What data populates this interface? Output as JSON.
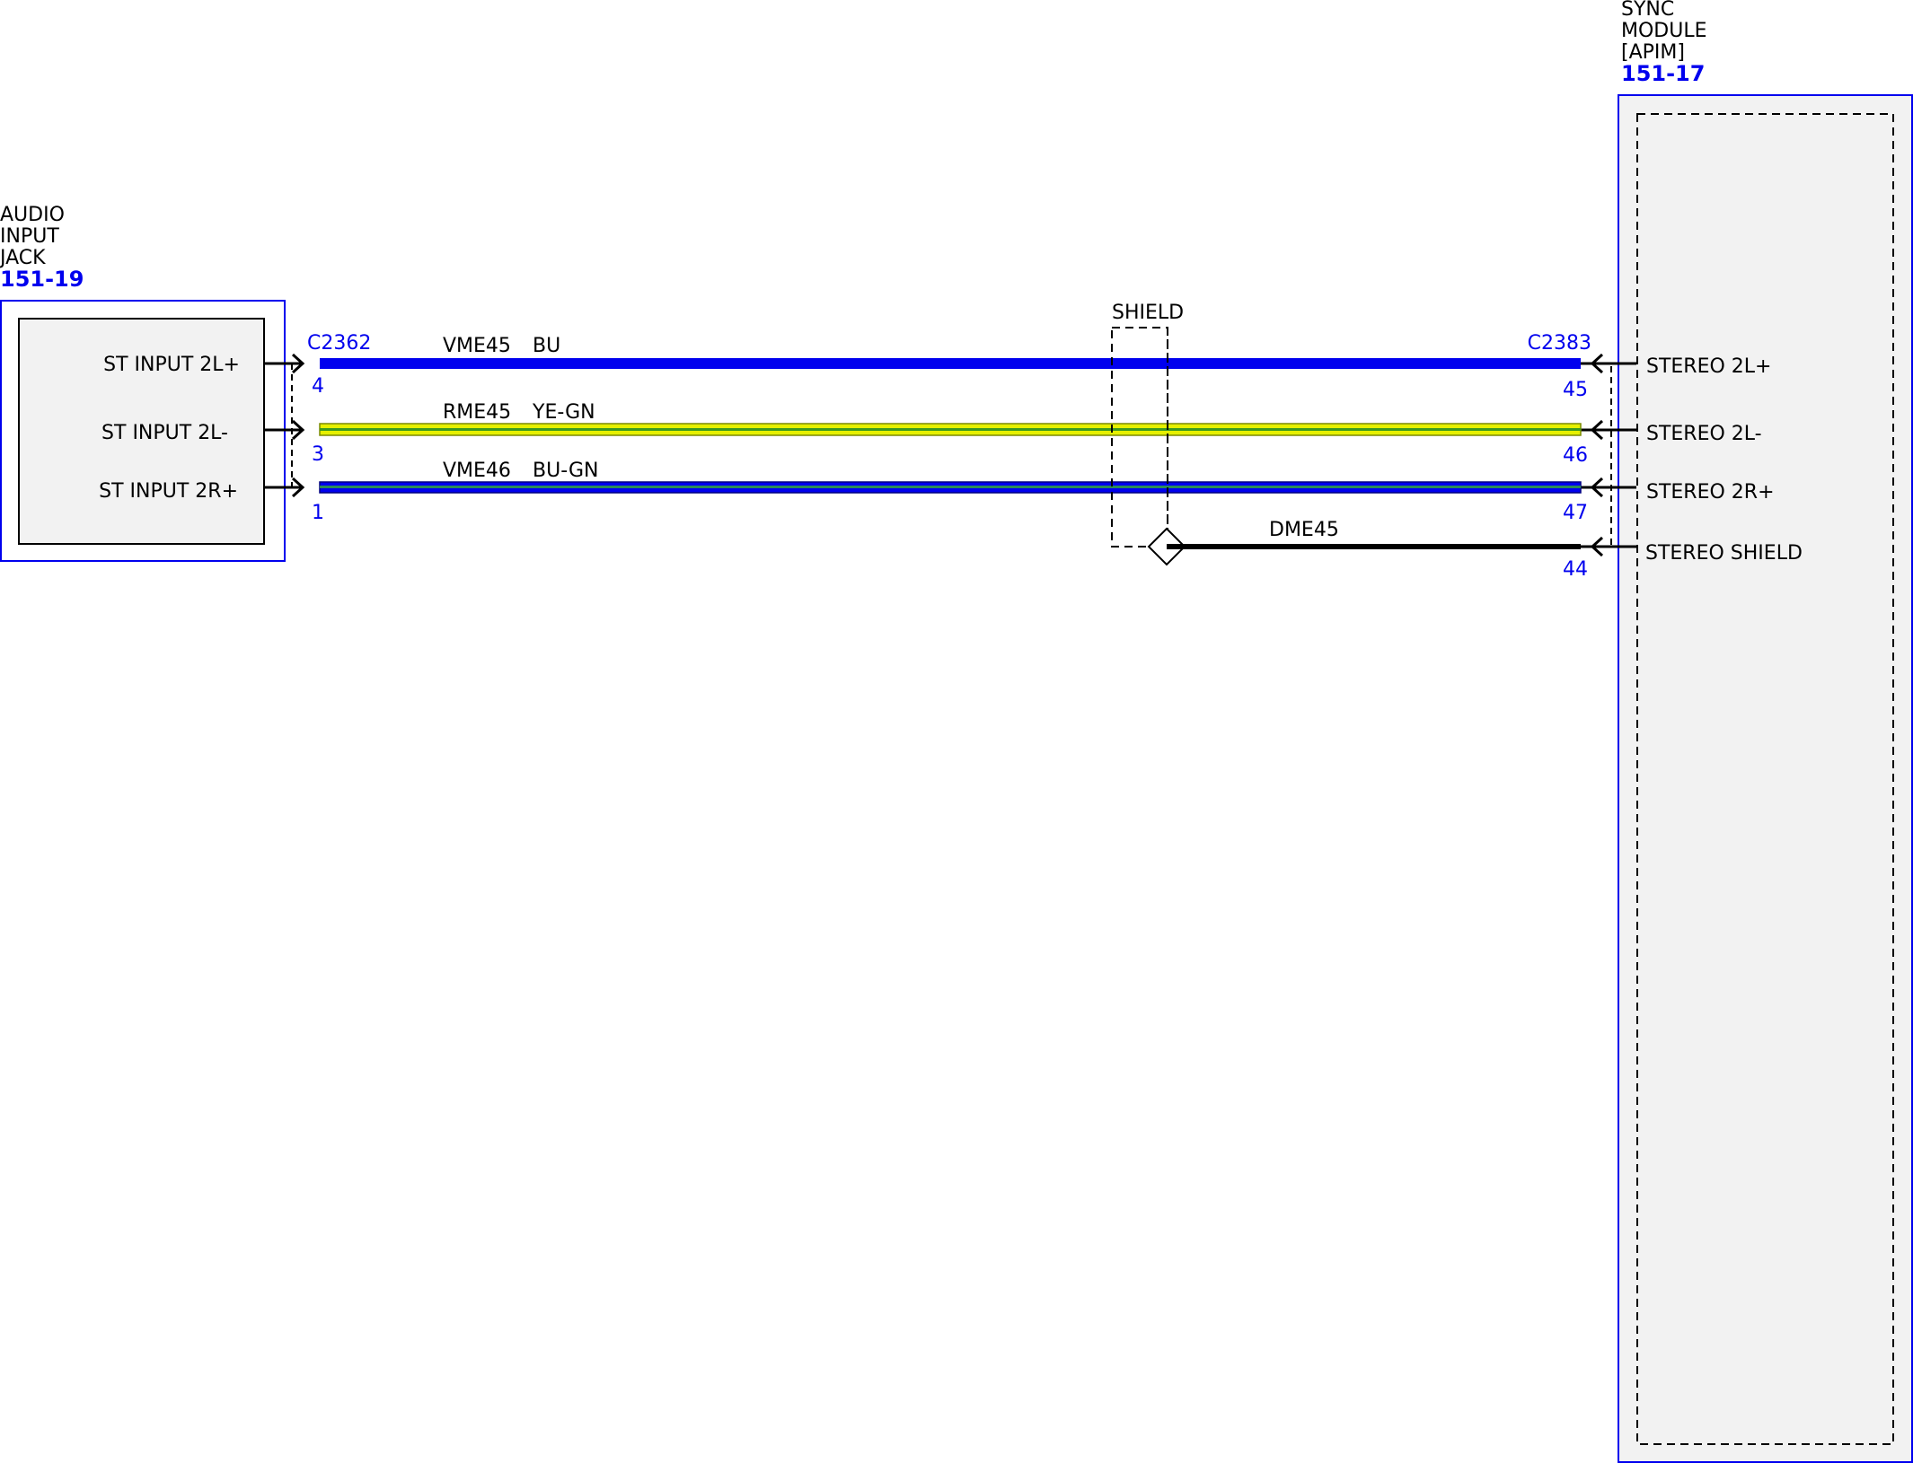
{
  "components": {
    "audio_jack": {
      "name_lines": [
        "AUDIO",
        "INPUT",
        "JACK"
      ],
      "ref": "151-19",
      "pins": [
        "ST INPUT 2L+",
        "ST INPUT 2L-",
        "ST INPUT 2R+"
      ]
    },
    "sync_module": {
      "name_lines": [
        "SYNC",
        "MODULE",
        "[APIM]"
      ],
      "ref": "151-17",
      "pins": [
        "STEREO 2L+",
        "STEREO 2L-",
        "STEREO 2R+",
        "STEREO SHIELD"
      ]
    }
  },
  "connectors": {
    "left": "C2362",
    "right": "C2383"
  },
  "shield_label": "SHIELD",
  "wires": [
    {
      "circuit": "VME45",
      "color_code": "BU",
      "left_pin": "4",
      "right_pin": "45",
      "stroke": "#0000ee",
      "stripe": "#0000ee",
      "outline": "#0000ee"
    },
    {
      "circuit": "RME45",
      "color_code": "YE-GN",
      "left_pin": "3",
      "right_pin": "46",
      "stroke": "#e6f000",
      "stripe": "#3a9a20",
      "outline": "#7a8a00"
    },
    {
      "circuit": "VME46",
      "color_code": "BU-GN",
      "left_pin": "1",
      "right_pin": "47",
      "stroke": "#0000ee",
      "stripe": "#2a8a5a",
      "outline": "#000080"
    }
  ],
  "drain": {
    "circuit": "DME45",
    "right_pin": "44"
  },
  "colors": {
    "component_outline": "#0000ee",
    "component_fill": "#f2f2f2",
    "text_blue": "#0000ee"
  }
}
